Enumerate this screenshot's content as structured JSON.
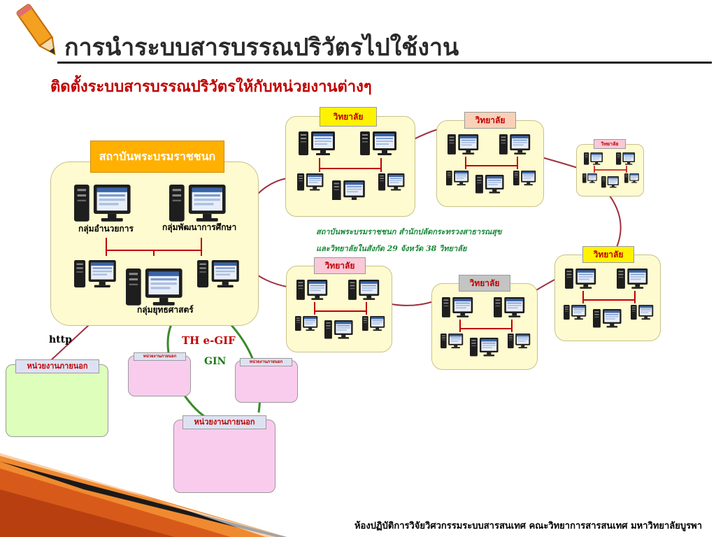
{
  "slide": {
    "title": "การนำระบบสารบรรณปริวัตรไปใช้งาน",
    "subtitle": "ติดตั้งระบบสารบรรณปริวัตรให้กับหน่วยงานต่างๆ",
    "footer": "ห้องปฏิบัติการวิจัยวิศวกรรมระบบสารสนเทศ คณะวิทยาการสารสนเทศ มหาวิทยาลัยบูรพา"
  },
  "main_node": {
    "label": "สถาบันพระบรมราชชนก",
    "group_admin": "กลุ่มอำนวยการ",
    "group_edu": "กลุ่มพัฒนาการศึกษา",
    "group_strategy": "กลุ่มยุทธศาสตร์"
  },
  "colleges": [
    {
      "label": "วิทยาลัย",
      "color": "#fff200"
    },
    {
      "label": "วิทยาลัย",
      "color": "#f8d1b8"
    },
    {
      "label": "วิทยาลัย",
      "color": "#f9c9d8"
    },
    {
      "label": "วิทยาลัย",
      "color": "#fff200"
    },
    {
      "label": "วิทยาลัย",
      "color": "#f9c9d8"
    },
    {
      "label": "วิทยาลัย",
      "color": "#c4c4c4"
    }
  ],
  "note": {
    "line1": "สถาบันพระบรมราชชนก สำนักปลัดกระทรวงสาธารณสุข",
    "line2": "และวิทยาลัยในสังกัด  29 จังหวัด 38 วิทยาลัย"
  },
  "links": {
    "http": "http",
    "thegif": "TH e-GIF",
    "gin": "GIN"
  },
  "external": [
    {
      "label": "หน่วยงานภายนอก",
      "color": "#ddffbb"
    },
    {
      "label": "หน่วยงานภายนอก",
      "color": "#f9ccee"
    },
    {
      "label": "หน่วยงานภายนอก",
      "color": "#f9ccee"
    },
    {
      "label": "หน่วยงานภายนอก",
      "color": "#f9ccee"
    }
  ],
  "colors": {
    "title_red": "#c00000",
    "node_fill": "#fffbd0",
    "ring_line": "#a03040",
    "green_line": "#3a8a2a",
    "orange_accent": "#ffb000"
  }
}
